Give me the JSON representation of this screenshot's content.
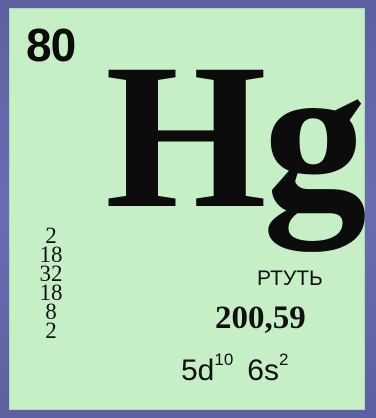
{
  "element": {
    "atomic_number": "80",
    "symbol": "Hg",
    "name": "РТУТЬ",
    "atomic_mass": "200,59",
    "shells": [
      "2",
      "18",
      "32",
      "18",
      "8",
      "2"
    ],
    "configuration": [
      {
        "orbital": "5d",
        "electrons": "10"
      },
      {
        "orbital": "6s",
        "electrons": "2"
      }
    ]
  },
  "colors": {
    "tile_background": "#c6efc6",
    "frame": "#6468a8",
    "text": "#0c0c0c"
  }
}
